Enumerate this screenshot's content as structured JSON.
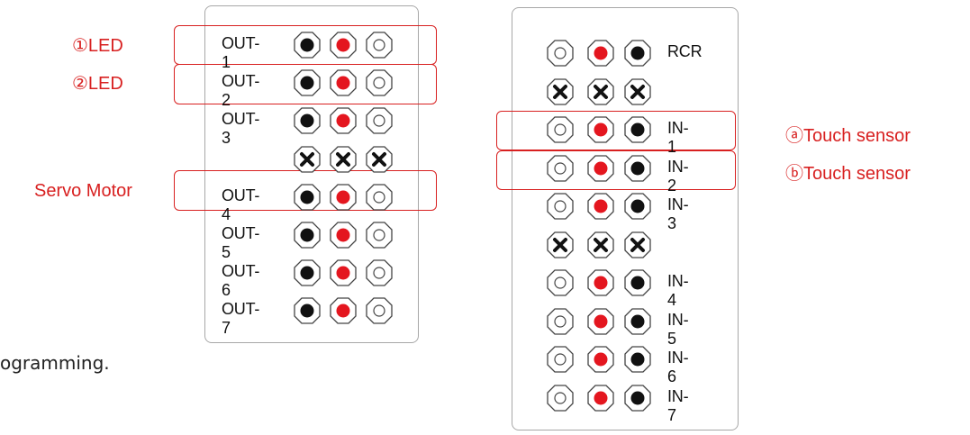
{
  "colors": {
    "signal": "#e4161f",
    "ground": "#111111",
    "power": "#ffffff",
    "outline": "#444444",
    "callout": "#d82020"
  },
  "out_panel": {
    "rows": [
      {
        "kind": "pin",
        "label": "OUT-1"
      },
      {
        "kind": "pin",
        "label": "OUT-2"
      },
      {
        "kind": "pin",
        "label": "OUT-3"
      },
      {
        "kind": "x"
      },
      {
        "kind": "pin",
        "label": "OUT-4"
      },
      {
        "kind": "pin",
        "label": "OUT-5"
      },
      {
        "kind": "pin",
        "label": "OUT-6"
      },
      {
        "kind": "pin",
        "label": "OUT-7"
      }
    ]
  },
  "in_panel": {
    "rows": [
      {
        "kind": "pin",
        "label": "RCR"
      },
      {
        "kind": "x"
      },
      {
        "kind": "pin",
        "label": "IN-1"
      },
      {
        "kind": "pin",
        "label": "IN-2"
      },
      {
        "kind": "pin",
        "label": "IN-3"
      },
      {
        "kind": "x"
      },
      {
        "kind": "pin",
        "label": "IN-4"
      },
      {
        "kind": "pin",
        "label": "IN-5"
      },
      {
        "kind": "pin",
        "label": "IN-6"
      },
      {
        "kind": "pin",
        "label": "IN-7"
      }
    ]
  },
  "annotations": {
    "led1": "①LED",
    "led2": "②LED",
    "servo": "Servo Motor",
    "touch_a": "ⓐTouch sensor",
    "touch_b": "ⓑTouch sensor"
  },
  "footer_text": "ogramming."
}
